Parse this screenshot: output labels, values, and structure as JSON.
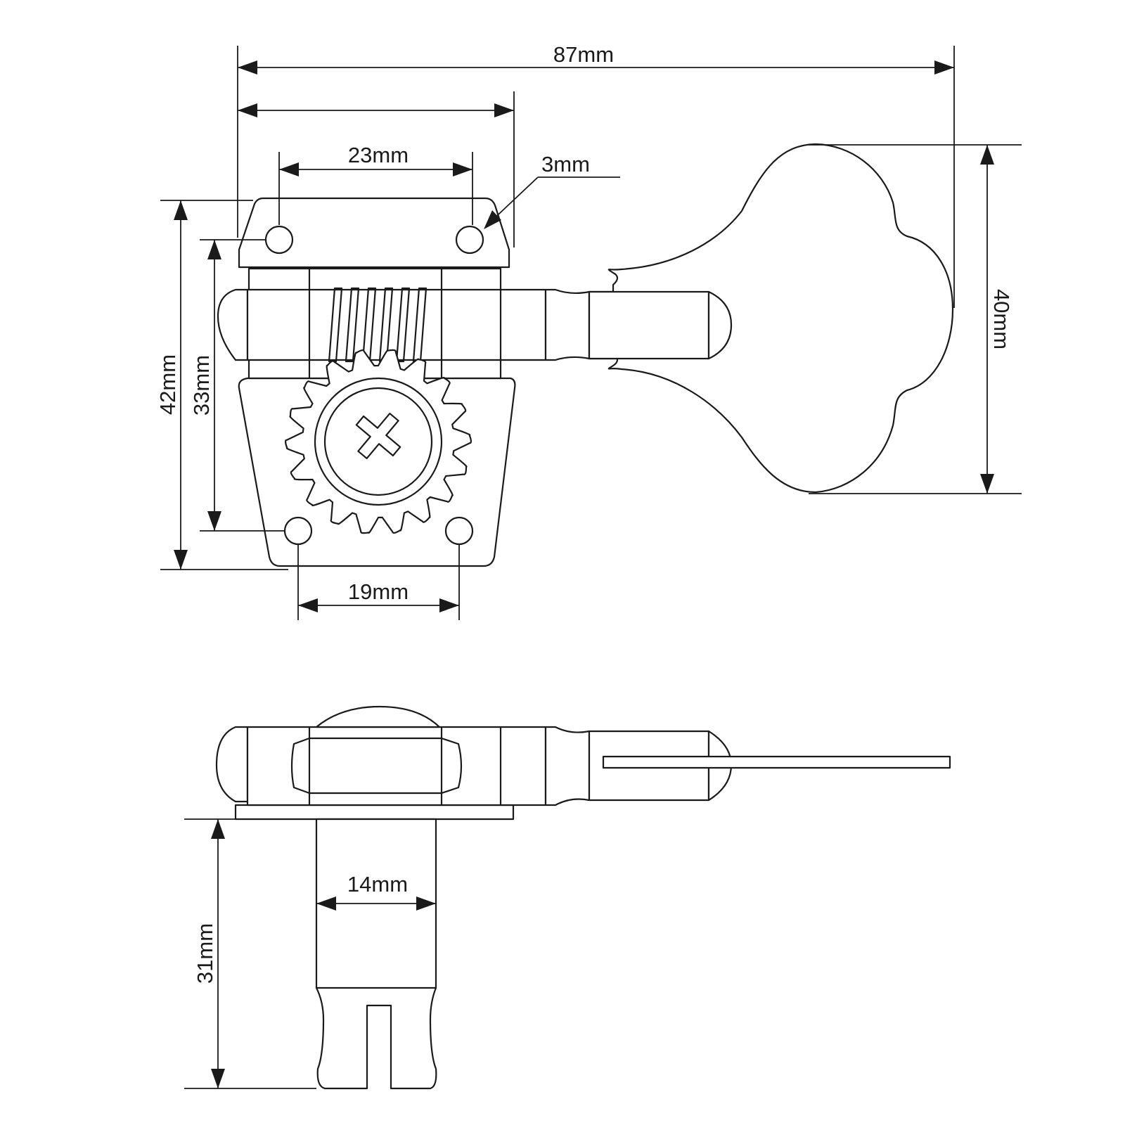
{
  "dimensions": {
    "overall_length": "87mm",
    "plate_width": "23mm",
    "hole_diameter": "3mm",
    "plate_height": "42mm",
    "hole_spacing_vertical": "33mm",
    "bottom_hole_spacing": "19mm",
    "key_height": "40mm",
    "post_diameter": "14mm",
    "post_length": "31mm"
  }
}
